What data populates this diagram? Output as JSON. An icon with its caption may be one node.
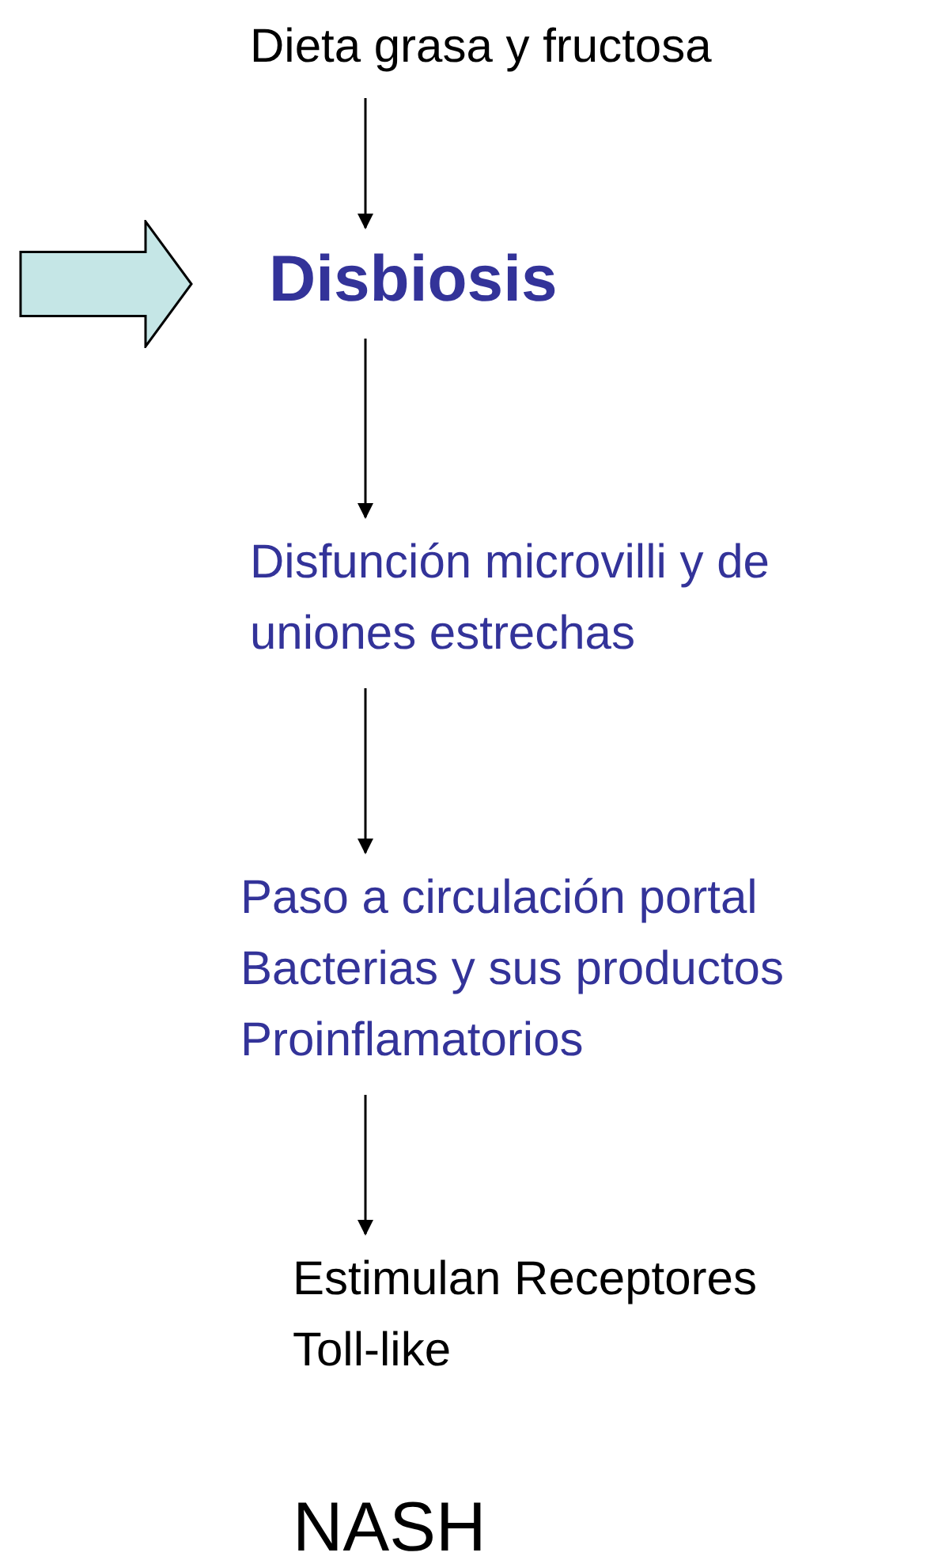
{
  "diagram": {
    "nodes": [
      {
        "text": [
          "Dieta grasa y fructosa"
        ]
      },
      {
        "text": [],
        "shape": "arrow"
      },
      {
        "text": [
          "Disbiosis"
        ]
      },
      {
        "text": [
          "Disfunción microvilli y de uniones estrechas"
        ]
      },
      {
        "text": [
          "Paso a circulación portal Bacterias y sus productos Proinflamatorios"
        ]
      },
      {
        "text": [
          "Estimulan Receptores Toll-like"
        ]
      },
      {
        "text": [
          "NASH"
        ]
      }
    ],
    "edges": [
      {
        "from": 0,
        "to": 2,
        "arrow": "to"
      },
      {
        "from": 2,
        "to": 3,
        "arrow": "to"
      },
      {
        "from": 3,
        "to": 4,
        "arrow": "to"
      },
      {
        "from": 4,
        "to": 5,
        "arrow": "to"
      }
    ]
  }
}
